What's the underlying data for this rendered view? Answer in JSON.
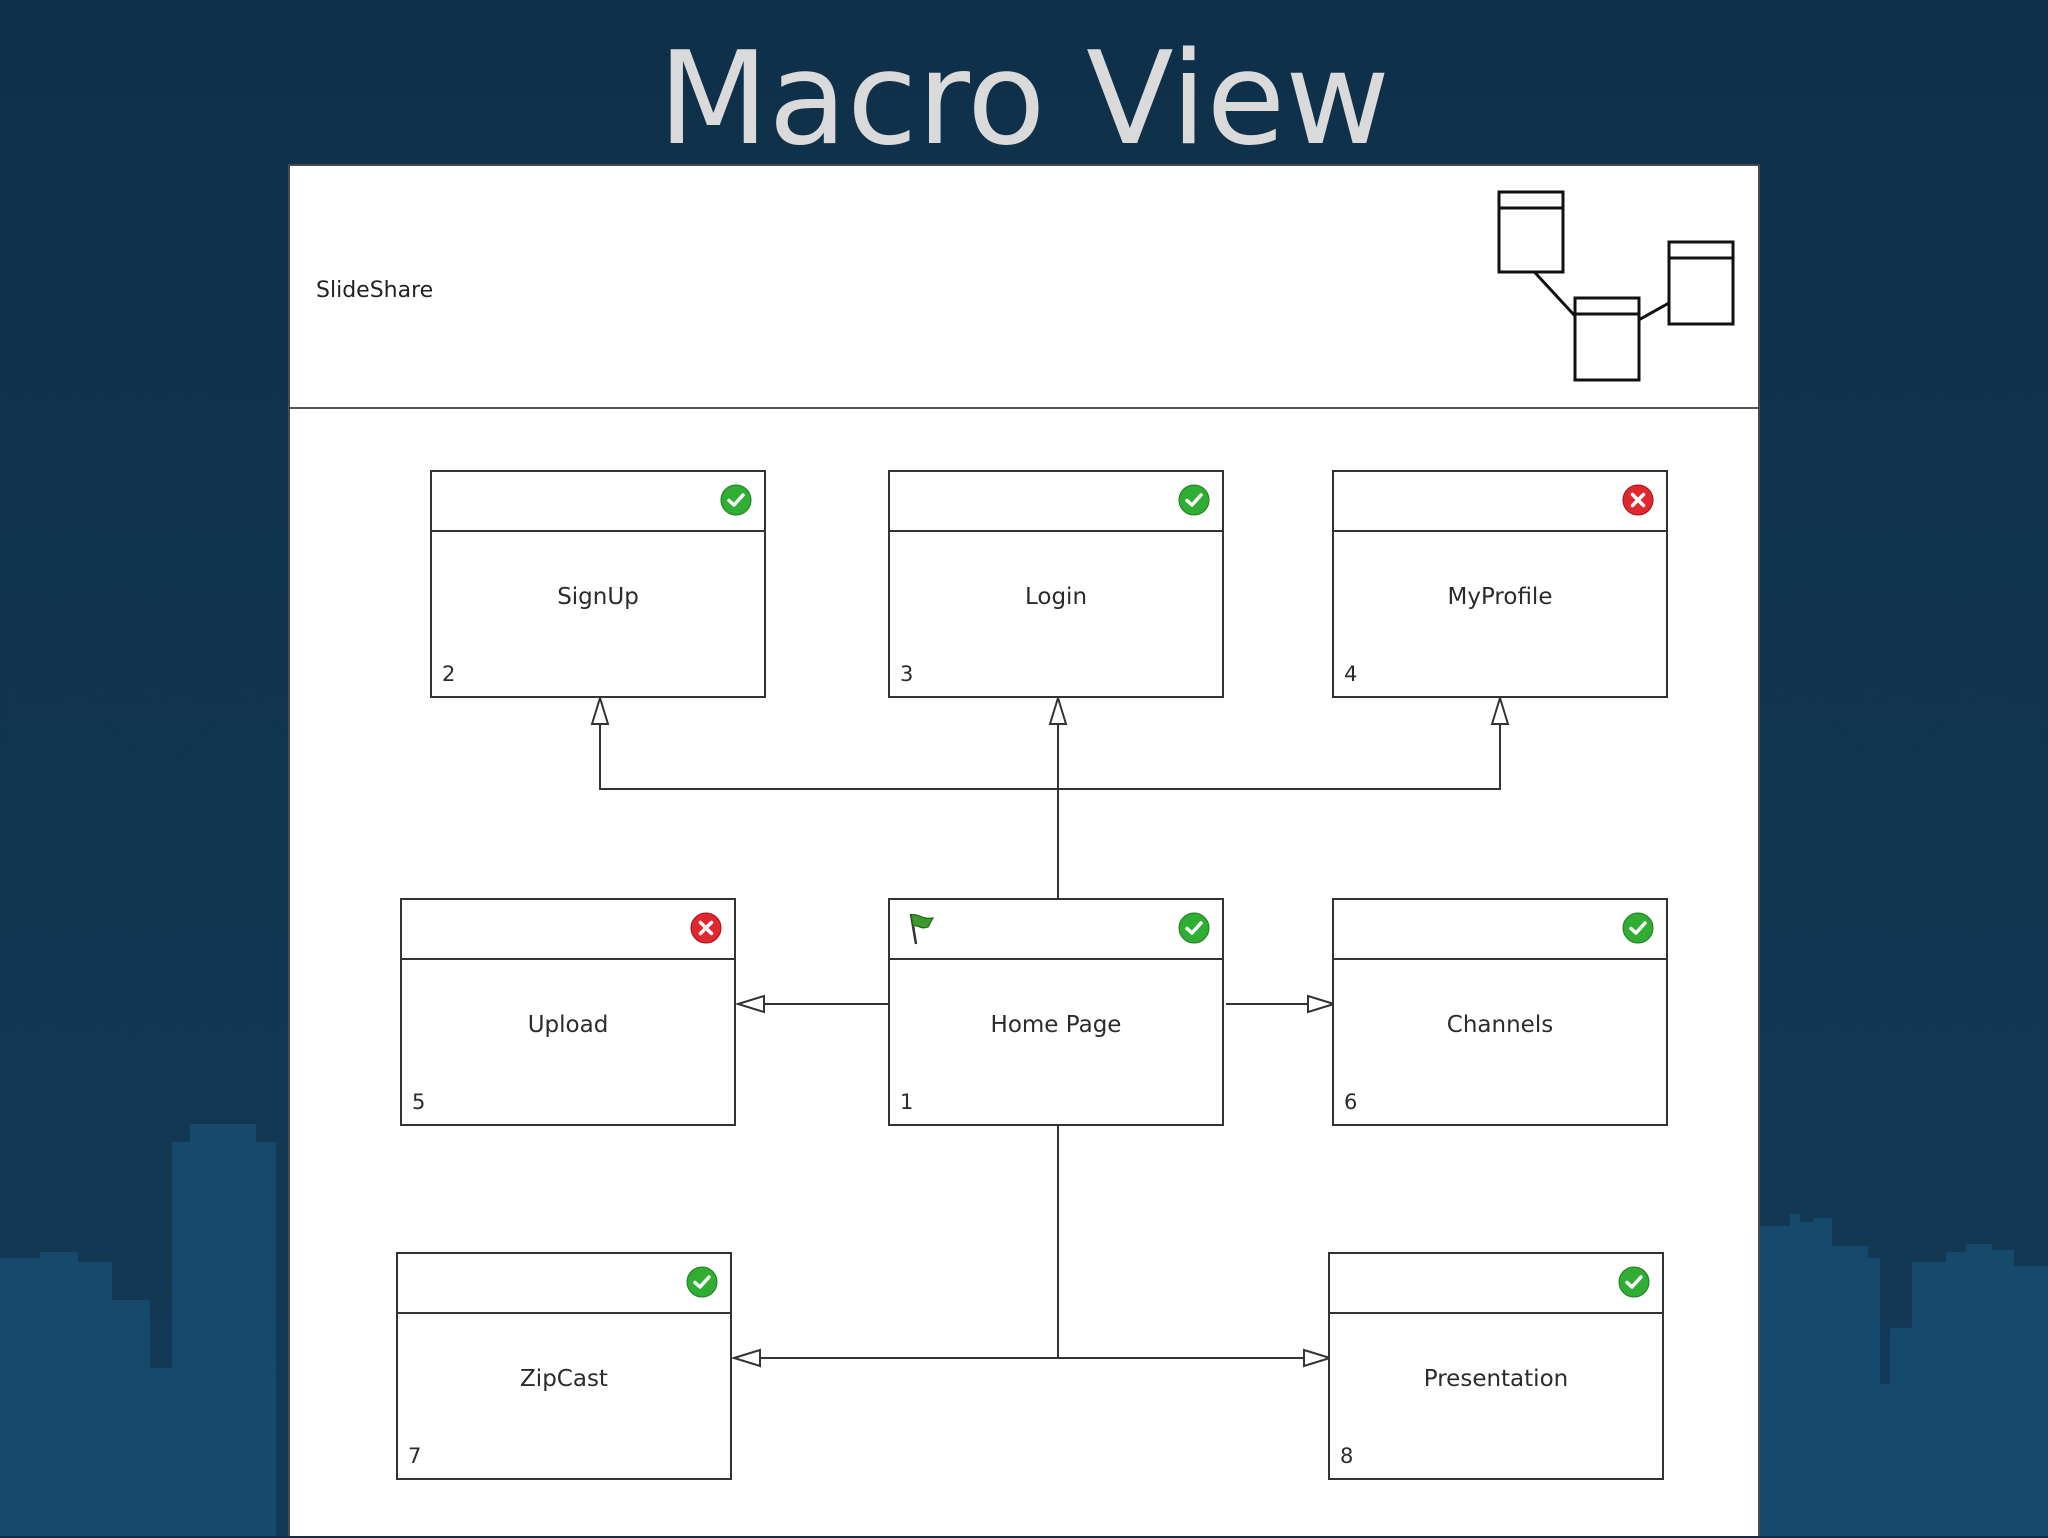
{
  "slide": {
    "title": "Macro View"
  },
  "sitemap": {
    "project_name": "SlideShare",
    "pages": [
      {
        "id": "signup",
        "label": "SignUp",
        "number": "2",
        "status": "ok"
      },
      {
        "id": "login",
        "label": "Login",
        "number": "3",
        "status": "ok"
      },
      {
        "id": "myprofile",
        "label": "MyProfile",
        "number": "4",
        "status": "error"
      },
      {
        "id": "upload",
        "label": "Upload",
        "number": "5",
        "status": "error"
      },
      {
        "id": "home",
        "label": "Home Page",
        "number": "1",
        "status": "ok",
        "start": true
      },
      {
        "id": "channels",
        "label": "Channels",
        "number": "6",
        "status": "ok"
      },
      {
        "id": "zipcast",
        "label": "ZipCast",
        "number": "7",
        "status": "ok"
      },
      {
        "id": "presentation",
        "label": "Presentation",
        "number": "8",
        "status": "ok"
      }
    ]
  },
  "colors": {
    "ok": "#2fae33",
    "error": "#e0262e",
    "flag": "#3d9a2c",
    "background": "#11344f",
    "skyline": "#164a6d"
  }
}
